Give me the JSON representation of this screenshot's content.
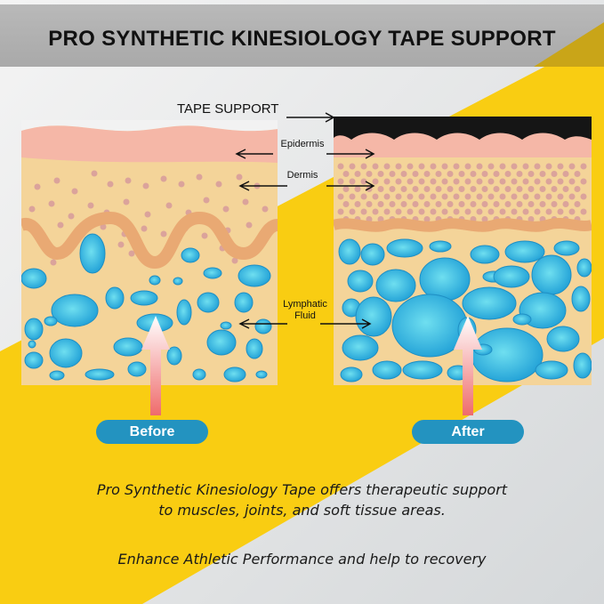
{
  "title": "PRO SYNTHETIC KINESIOLOGY TAPE SUPPORT",
  "labels": {
    "tape_support": "TAPE SUPPORT",
    "epidermis": "Epidermis",
    "dermis": "Dermis",
    "lymphatic_line1": "Lymphatic",
    "lymphatic_line2": "Fluid"
  },
  "panels": {
    "before": {
      "label": "Before"
    },
    "after": {
      "label": "After"
    }
  },
  "caption": {
    "line1": "Pro Synthetic Kinesiology Tape offers therapeutic support",
    "line2": "to muscles, joints, and soft tissue areas.",
    "line3": "Enhance Athletic Performance and help to recovery"
  },
  "colors": {
    "yellow": "#f9cd12",
    "grey": "#dcdfe1",
    "epidermis": "#f5b7a7",
    "dermis": "#f4d499",
    "dermis_dot": "#dba39b",
    "boundary": "#e9a973",
    "fluid": "#35b7e4",
    "tape": "#151515",
    "pill": "#2393c0"
  }
}
